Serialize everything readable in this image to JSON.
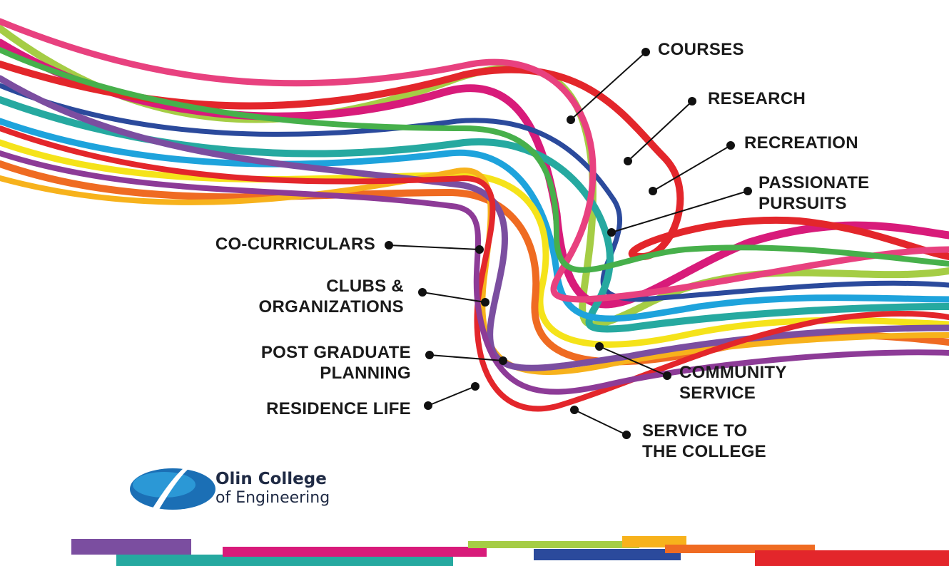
{
  "labels": {
    "courses": [
      "COURSES"
    ],
    "research": [
      "RESEARCH"
    ],
    "recreation": [
      "RECREATION"
    ],
    "passionate": [
      "PASSIONATE",
      "PURSUITS"
    ],
    "cocurricular": [
      "CO-CURRICULARS"
    ],
    "clubs": [
      "CLUBS &",
      "ORGANIZATIONS"
    ],
    "postgrad": [
      "POST GRADUATE",
      "PLANNING"
    ],
    "residence": [
      "RESIDENCE LIFE"
    ],
    "community": [
      "COMMUNITY",
      "SERVICE"
    ],
    "service": [
      "SERVICE TO",
      "THE COLLEGE"
    ]
  },
  "logo": {
    "line1": "Olin College",
    "line2": "of Engineering"
  },
  "colors": {
    "red": "#e3262b",
    "magenta": "#d81b7a",
    "pink": "#e8417f",
    "orange": "#ef6b22",
    "yellow": "#f5e31a",
    "gold": "#f7b21c",
    "lime": "#a5cd45",
    "green": "#47b04b",
    "teal": "#26a9a0",
    "cyan": "#1ea3dc",
    "blue": "#2b4a9c",
    "purple": "#7b4ea0",
    "violet": "#8d3b97"
  }
}
